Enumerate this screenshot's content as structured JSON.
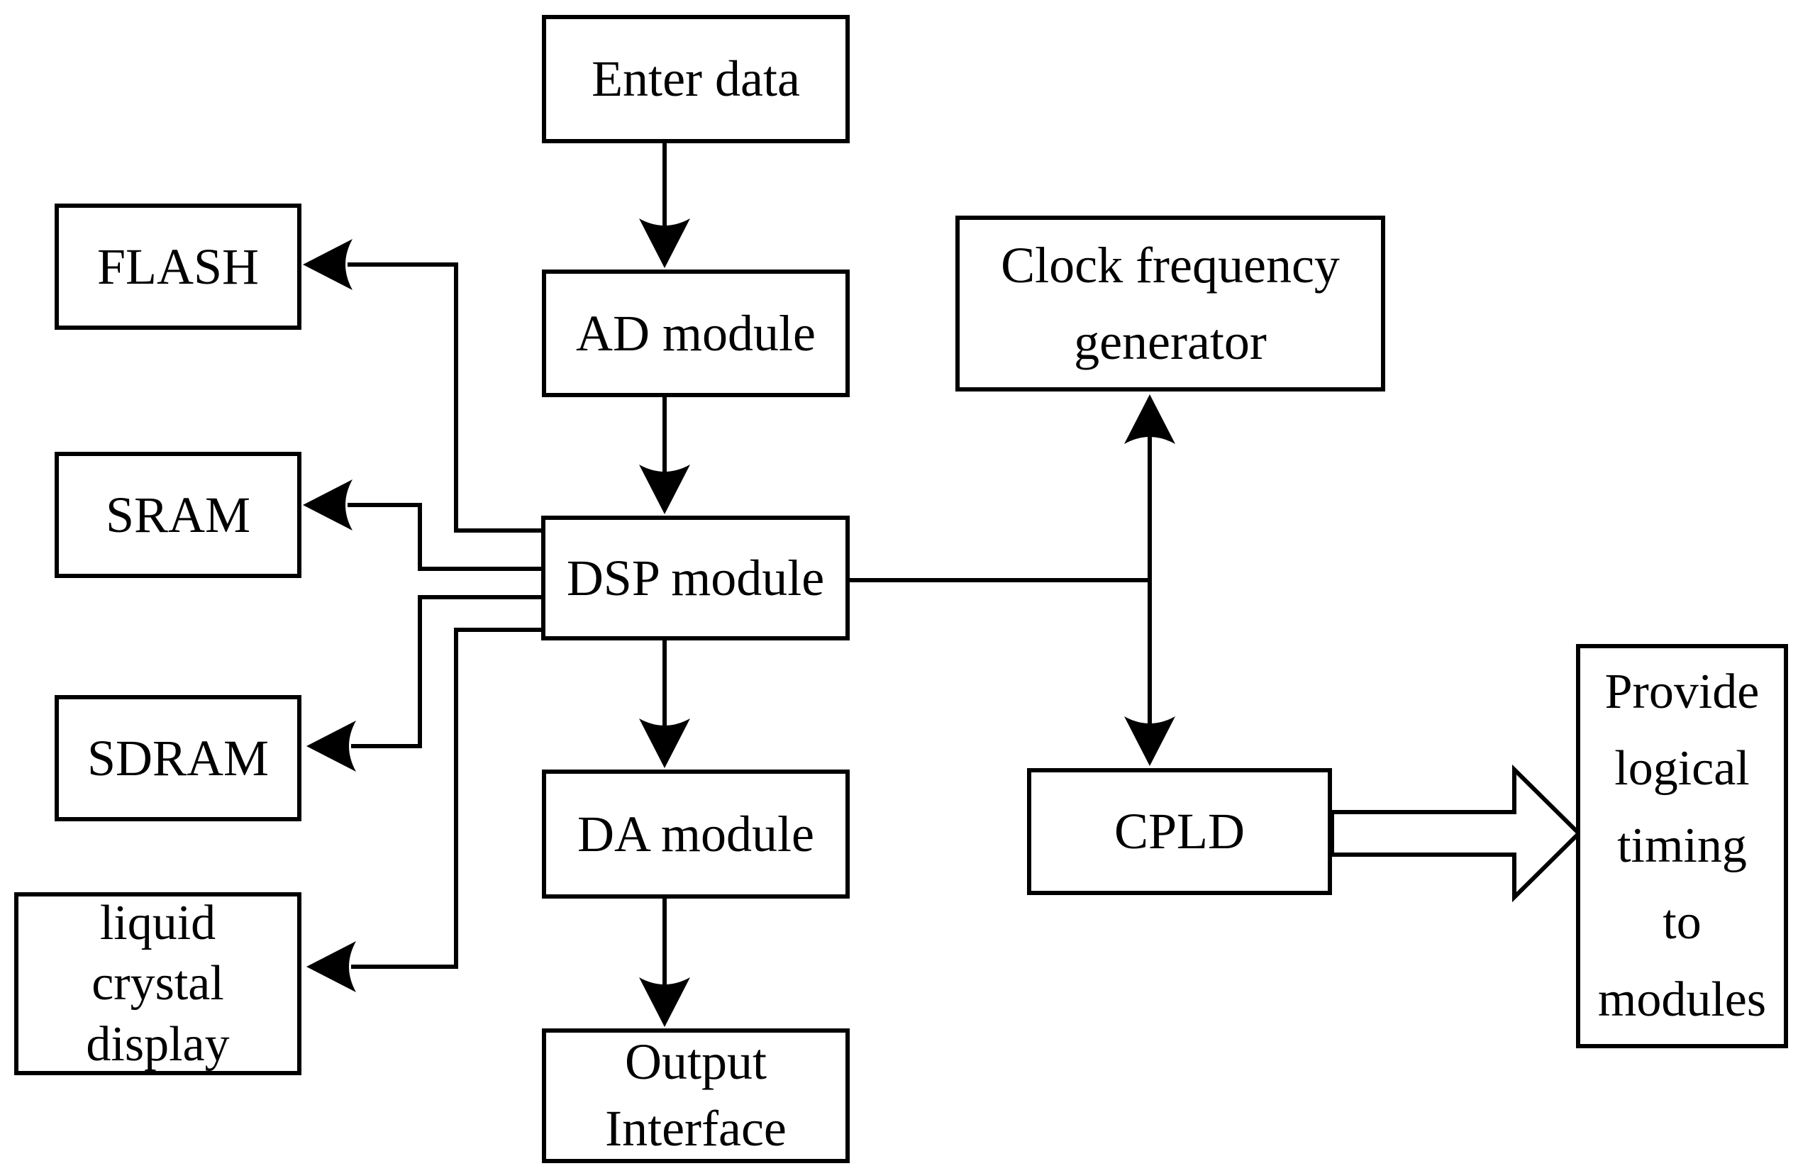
{
  "boxes": {
    "enter_data": {
      "label": "Enter data"
    },
    "ad_module": {
      "label": "AD module"
    },
    "dsp_module": {
      "label": "DSP module"
    },
    "da_module": {
      "label": "DA module"
    },
    "output_interface": {
      "lines": [
        "Output",
        "Interface"
      ]
    },
    "flash": {
      "label": "FLASH"
    },
    "sram": {
      "label": "SRAM"
    },
    "sdram": {
      "label": "SDRAM"
    },
    "lcd": {
      "lines": [
        "liquid",
        "crystal",
        "display"
      ]
    },
    "clock_generator": {
      "lines": [
        "Clock frequency",
        "generator"
      ]
    },
    "cpld": {
      "label": "CPLD"
    },
    "provide_timing": {
      "lines": [
        "Provide",
        "logical",
        "timing",
        "to",
        "modules"
      ]
    }
  },
  "colors": {
    "line": "#000000",
    "background": "#ffffff",
    "box_fill": "#ffffff"
  }
}
